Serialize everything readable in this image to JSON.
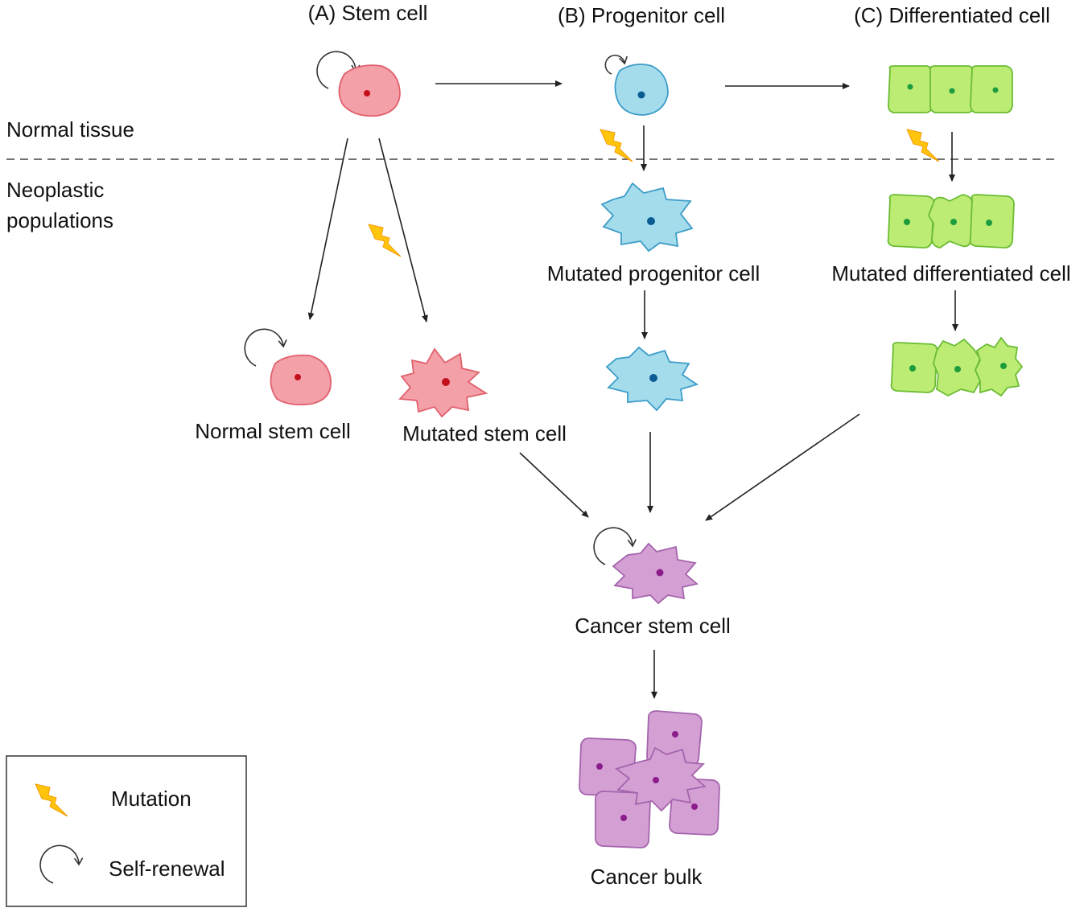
{
  "headers": {
    "stem": "(A) Stem cell",
    "progenitor": "(B) Progenitor cell",
    "differentiated": "(C) Differentiated cell"
  },
  "regions": {
    "normal": "Normal tissue",
    "neoplastic_line1": "Neoplastic",
    "neoplastic_line2": "populations"
  },
  "labels": {
    "normal_stem": "Normal stem cell",
    "mutated_stem": "Mutated stem cell",
    "mutated_progenitor": "Mutated progenitor cell",
    "mutated_differentiated": "Mutated differentiated cell",
    "cancer_stem": "Cancer stem cell",
    "cancer_bulk": "Cancer bulk"
  },
  "legend": {
    "mutation": "Mutation",
    "self_renewal": "Self-renewal"
  },
  "colors": {
    "stem_fill": "#f4a0a8",
    "stem_stroke": "#e0606c",
    "stem_nucleus": "#c4101c",
    "progenitor_fill": "#a4dcec",
    "progenitor_stroke": "#3c9cc8",
    "progenitor_nucleus": "#0c5c94",
    "differentiated_fill": "#bcec74",
    "differentiated_stroke": "#6cbc34",
    "differentiated_nucleus": "#1c9c3c",
    "cancer_fill": "#d4a0d4",
    "cancer_stroke": "#a464ac",
    "cancer_nucleus": "#8c1c8c",
    "bolt_fill": "#ffc40c",
    "bolt_stroke": "#f49c04"
  }
}
